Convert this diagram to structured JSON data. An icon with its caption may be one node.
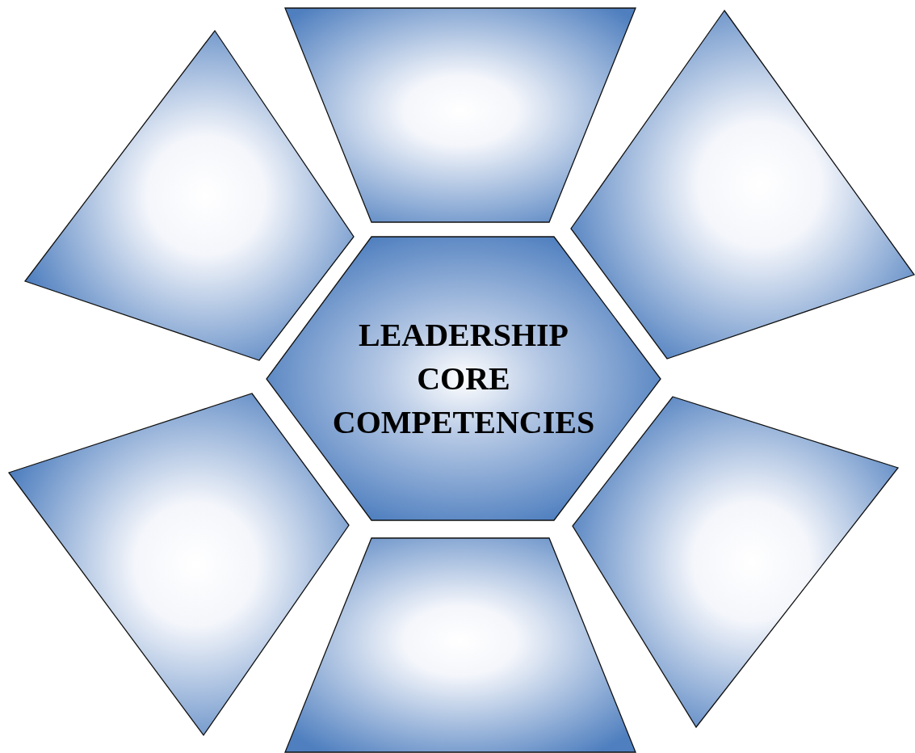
{
  "diagram": {
    "nodes": [
      {
        "text": [],
        "shape": "quadrilateral"
      },
      {
        "text": [],
        "shape": "trapezoid"
      },
      {
        "text": [],
        "shape": "quadrilateral"
      },
      {
        "text": [
          "LEADERSHIP CORE COMPETENCIES"
        ]
      },
      {
        "text": [],
        "shape": "quadrilateral"
      },
      {
        "text": [],
        "shape": "trapezoid"
      },
      {
        "text": [],
        "shape": "quadrilateral"
      }
    ]
  }
}
